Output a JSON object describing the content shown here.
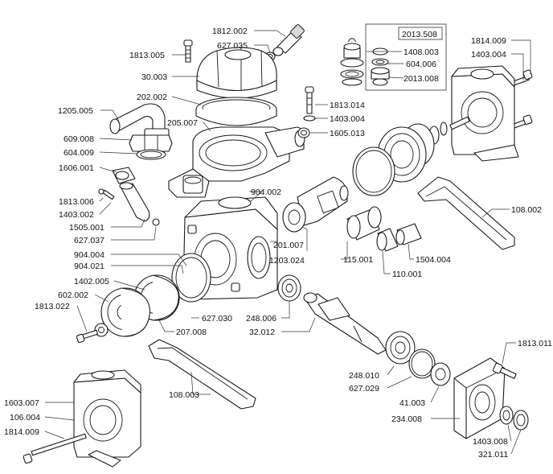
{
  "labels": {
    "l1812_002": "1812.002",
    "l627_035": "627.035",
    "l1813_005": "1813.005",
    "l30_003": "30.003",
    "l1205_005": "1205.005",
    "l202_002": "202.002",
    "l205_007": "205.007",
    "l609_008": "609.008",
    "l604_009": "604.009",
    "l1606_001": "1606.001",
    "l1813_006": "1813.006",
    "l1403_002": "1403.002",
    "l1505_001": "1505.001",
    "l627_037": "627.037",
    "l904_004": "904.004",
    "l904_021": "904.021",
    "l1402_005": "1402.005",
    "l602_002": "602.002",
    "l1813_022": "1813.022",
    "l2013_508": "2013.508",
    "l1408_003": "1408.003",
    "l604_006": "604.006",
    "l2013_008": "2013.008",
    "l1814_009_top": "1814.009",
    "l1403_004_top": "1403.004",
    "l1813_014": "1813.014",
    "l1403_004_mid": "1403.004",
    "l1605_013": "1605.013",
    "l904_002": "904.002",
    "l108_002": "108.002",
    "l201_007": "201.007",
    "l1203_024": "1203.024",
    "l115_001": "115.001",
    "l1504_004": "1504.004",
    "l110_001": "110.001",
    "l627_030": "627.030",
    "l248_006": "248.006",
    "l32_012": "32.012",
    "l207_008": "207.008",
    "l1813_011": "1813.011",
    "l248_010": "248.010",
    "l627_029": "627.029",
    "l108_003": "108.003",
    "l41_003": "41.003",
    "l234_008": "234.008",
    "l1603_007": "1603.007",
    "l106_004": "106.004",
    "l1814_009_bot": "1814.009",
    "l1403_008": "1403.008",
    "l321_011": "321.011"
  }
}
